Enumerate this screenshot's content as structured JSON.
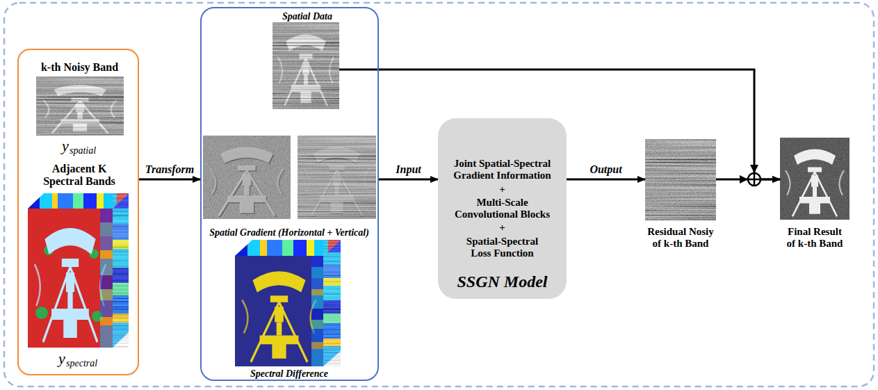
{
  "diagram": {
    "nodes": [
      {
        "text": [
          "k-th Noisy Band",
          "y",
          "spatial",
          "Adjacent K Spectral Bands",
          "y",
          "spectral"
        ]
      },
      {
        "text": [
          "Spatial Data",
          "Spatial Gradient (Horizontal + Vertical)",
          "Spectral Difference"
        ]
      },
      {
        "text": [
          "Joint Spatial-Spectral Gradient Information",
          "+",
          "Multi-Scale Convolutional Blocks",
          "+",
          "Spatial-Spectral Loss Function",
          "SSGN Model"
        ]
      },
      {
        "text": [
          "Residual Nosiy of k-th Band"
        ]
      },
      {
        "text": [
          "Final Result of k-th Band"
        ]
      }
    ],
    "edges": [
      {
        "from": 0,
        "to": 1,
        "label": "Transform",
        "arrow": "to"
      },
      {
        "from": 1,
        "to": 2,
        "label": "Input",
        "arrow": "to"
      },
      {
        "from": 2,
        "to": 3,
        "label": "Output",
        "arrow": "to"
      },
      {
        "from": 3,
        "to": 4,
        "arrow": "to"
      },
      {
        "from": 1,
        "to": 4,
        "arrow": "to"
      }
    ]
  }
}
